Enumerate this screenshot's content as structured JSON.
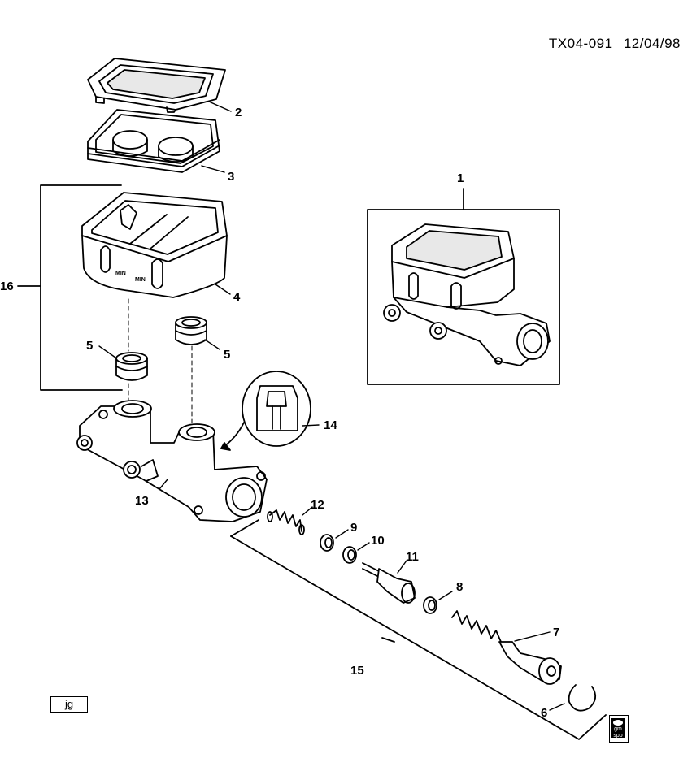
{
  "header": {
    "diagram_code": "TX04-091",
    "date": "12/04/98"
  },
  "callouts": {
    "c1": "1",
    "c2": "2",
    "c3": "3",
    "c4": "4",
    "c5a": "5",
    "c5b": "5",
    "c6": "6",
    "c7": "7",
    "c8": "8",
    "c9": "9",
    "c10": "10",
    "c11": "11",
    "c12": "12",
    "c13": "13",
    "c14": "14",
    "c15": "15",
    "c16": "16"
  },
  "reservoir_marks": {
    "left": "MIN",
    "right": "MIN"
  },
  "footer": {
    "artist_tag": "jg",
    "logo_text_top": "gm",
    "logo_text_bottom": "spo"
  }
}
